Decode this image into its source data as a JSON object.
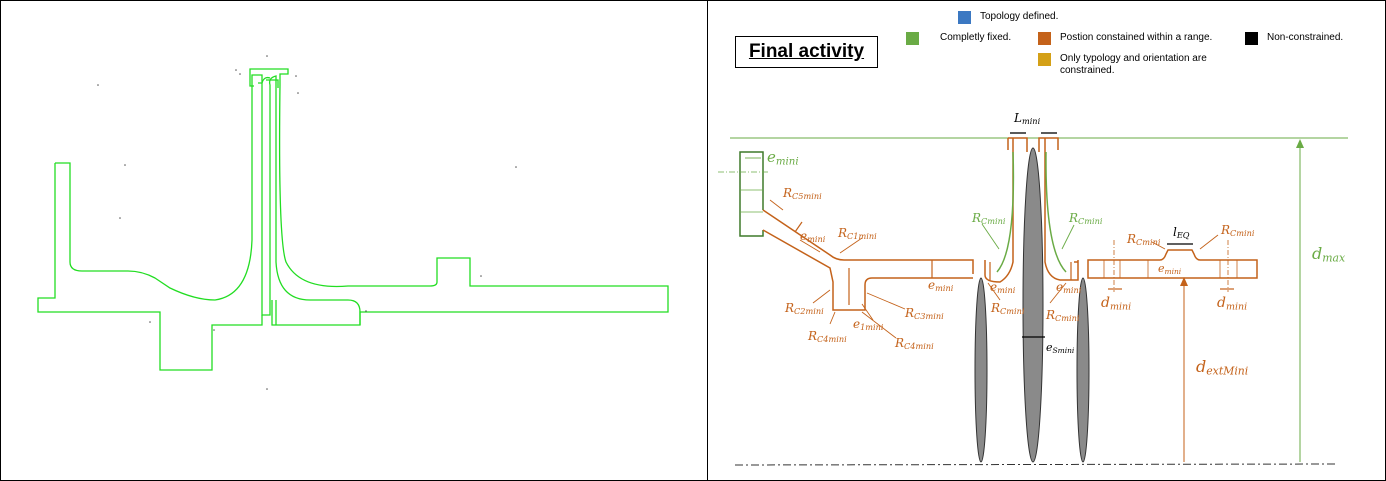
{
  "title": "Final activity",
  "legend": [
    {
      "label": "Topology defined.",
      "color": "#3b78c2"
    },
    {
      "label": "Completly fixed.",
      "color": "#6aab45"
    },
    {
      "label": "Postion constained within a range.",
      "color": "#c4621a"
    },
    {
      "label": "Non-constrained.",
      "color": "#000000"
    },
    {
      "label": "Only typology and orientation are constrained.",
      "color": "#d4a017"
    }
  ],
  "colors": {
    "green": "#6aab45",
    "orange": "#c4621a",
    "bright_green": "#22dd22",
    "gray": "#8a8a8a"
  },
  "labels": {
    "l_mini": {
      "main": "L",
      "sub": "mini"
    },
    "e_mini_top": {
      "main": "e",
      "sub": "mini"
    },
    "r_c5mini": {
      "main": "R",
      "sub": "C5mini"
    },
    "e_mini_slant": {
      "main": "e",
      "sub": "mini"
    },
    "r_c1mini": {
      "main": "R",
      "sub": "C1mini"
    },
    "r_c2mini": {
      "main": "R",
      "sub": "C2mini"
    },
    "e_1mini": {
      "main": "e",
      "sub": "1mini"
    },
    "r_c3mini": {
      "main": "R",
      "sub": "C3mini"
    },
    "r_c4mini_a": {
      "main": "R",
      "sub": "C4mini"
    },
    "r_c4mini_b": {
      "main": "R",
      "sub": "C4mini"
    },
    "e_mini_arm": {
      "main": "e",
      "sub": "mini"
    },
    "r_cmini_g1": {
      "main": "R",
      "sub": "Cmini"
    },
    "r_cmini_g2": {
      "main": "R",
      "sub": "Cmini"
    },
    "e_mini_hl": {
      "main": "e",
      "sub": "mini"
    },
    "e_mini_hr": {
      "main": "e",
      "sub": "mini"
    },
    "r_cmini_o1": {
      "main": "R",
      "sub": "Cmini"
    },
    "r_cmini_o2": {
      "main": "R",
      "sub": "Cmini"
    },
    "e_smini": {
      "main": "e",
      "sub": "Smini"
    },
    "r_cmini_o3": {
      "main": "R",
      "sub": "Cmini"
    },
    "r_cmini_o4": {
      "main": "R",
      "sub": "Cmini"
    },
    "l_eq": {
      "main": "l",
      "sub": "EQ"
    },
    "e_mini_right": {
      "main": "e",
      "sub": "mini"
    },
    "d_mini_1": {
      "main": "d",
      "sub": "mini"
    },
    "d_mini_2": {
      "main": "d",
      "sub": "mini"
    },
    "d_max": {
      "main": "d",
      "sub": "max"
    },
    "d_extmini": {
      "main": "d",
      "sub": "extMini"
    }
  }
}
